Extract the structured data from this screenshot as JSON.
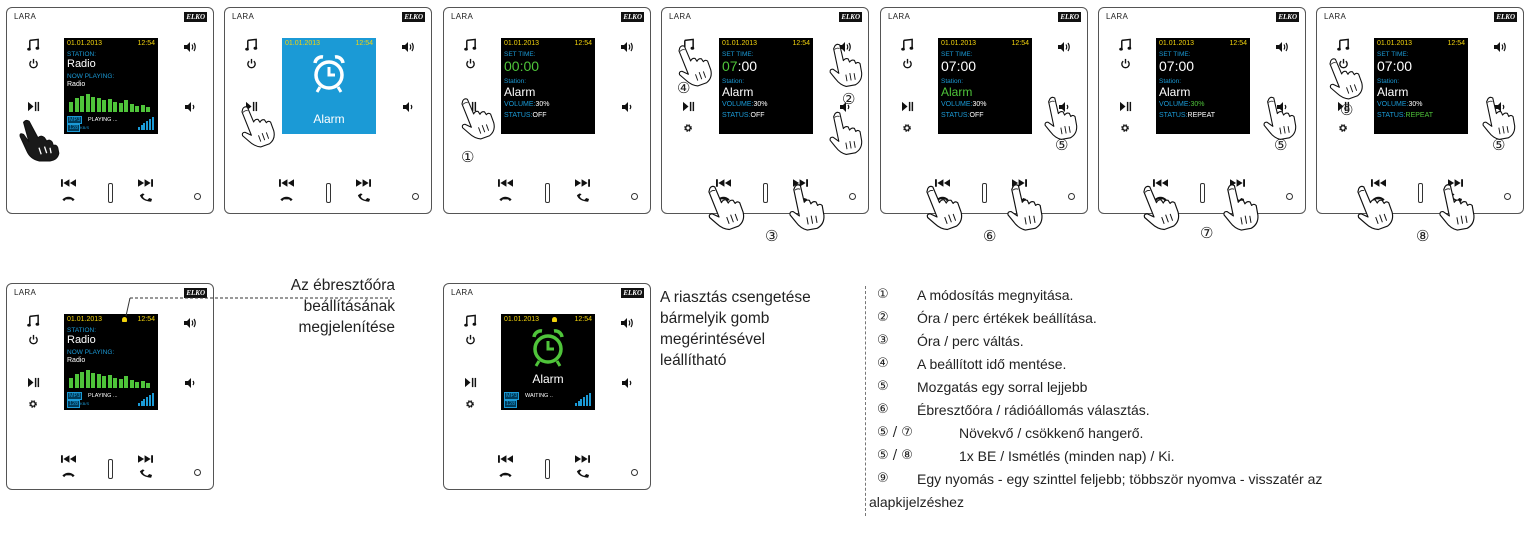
{
  "panel_name": "LARA",
  "logo": "ELKO",
  "colors": {
    "blue": "#1b9ad6",
    "yellow": "#f2d30d",
    "green": "#4fc43a",
    "white": "#ffffff",
    "black": "#000000"
  },
  "screens": {
    "date": "01.01.2013",
    "time": "12:54",
    "station_label": "STATION:",
    "station_name": "Radio",
    "now_playing_label": "NOW PLAYING:",
    "now_playing_value": "Radio",
    "playing": "PLAYING ...",
    "waiting": "WAITING ..",
    "mp3": "MP3",
    "bitrate": "128",
    "kbps": "KB/S",
    "alarm_label": "Alarm",
    "set_time_label": "SET TIME:",
    "set_time_zero": "00:00",
    "set_time_hour": "07",
    "set_time_sep": ":",
    "set_time_min": "00",
    "set_time_full": "07:00",
    "station_field_label": "Station:",
    "station_field_value": "Alarm",
    "volume_label": "VOLUME:",
    "volume_value": "30%",
    "status_label": "STATUS:",
    "status_off": "OFF",
    "status_repeat": "REPEAT"
  },
  "steps": [
    "①",
    "②",
    "③",
    "④",
    "⑤",
    "⑥",
    "⑦",
    "⑧",
    "⑨"
  ],
  "annotation_display": [
    "Az ébresztőóra",
    "beállításának",
    "megjelenítése"
  ],
  "annotation_alarm": [
    "A riasztás csengetése",
    "bármelyik gomb",
    "megérintésével",
    "leállítható"
  ],
  "legend": [
    {
      "num": "①",
      "text": "A módosítás megnyitása."
    },
    {
      "num": "②",
      "text": "Óra / perc értékek beállítása."
    },
    {
      "num": "③",
      "text": "Óra / perc váltás."
    },
    {
      "num": "④",
      "text": "A beállított idő mentése."
    },
    {
      "num": "⑤",
      "text": "Mozgatás egy sorral lejjebb"
    },
    {
      "num": "⑥",
      "text": "Ébresztőóra / rádióállomás választás."
    },
    {
      "num": "⑤ / ⑦",
      "text": "Növekvő / csökkenő hangerő."
    },
    {
      "num": "⑤ / ⑧",
      "text": "1x BE / Ismétlés (minden nap) / Ki."
    },
    {
      "num": "⑨",
      "text": "Egy nyomás - egy szinttel feljebb; többször nyomva - visszatér az"
    },
    {
      "num": "",
      "text": "alapkijelzéshez"
    }
  ]
}
